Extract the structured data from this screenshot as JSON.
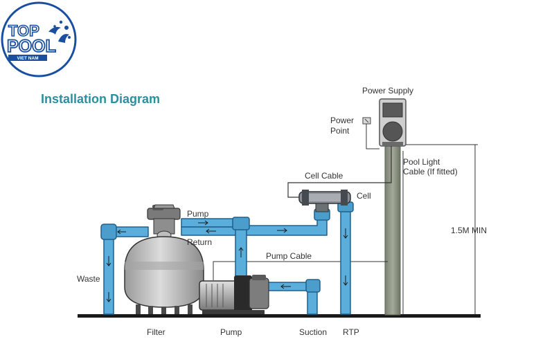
{
  "logo": {
    "line1": "TOP",
    "line2": "POOL",
    "line3": "VIET NAM"
  },
  "title": "Installation Diagram",
  "labels": {
    "power_supply": "Power Supply",
    "power_point_1": "Power",
    "power_point_2": "Point",
    "pool_light_1": "Pool Light",
    "pool_light_2": "Cable (If fitted)",
    "cell_cable": "Cell Cable",
    "cell": "Cell",
    "pump_top": "Pump",
    "return": "Return",
    "pump_cable": "Pump Cable",
    "height": "1.5M MIN",
    "waste": "Waste",
    "filter": "Filter",
    "pump_bottom": "Pump",
    "suction": "Suction",
    "rtp": "RTP"
  },
  "colors": {
    "pipe": "#5aaedc",
    "pipe_edge": "#1f5f8b",
    "title": "#2b8fa0",
    "logo_blue": "#1a4fa0",
    "post": "#8d9483",
    "tank": "#c7c7c7",
    "ground": "#1a1a1a"
  },
  "icons": {
    "logo_splash": "water-splash-icon"
  }
}
